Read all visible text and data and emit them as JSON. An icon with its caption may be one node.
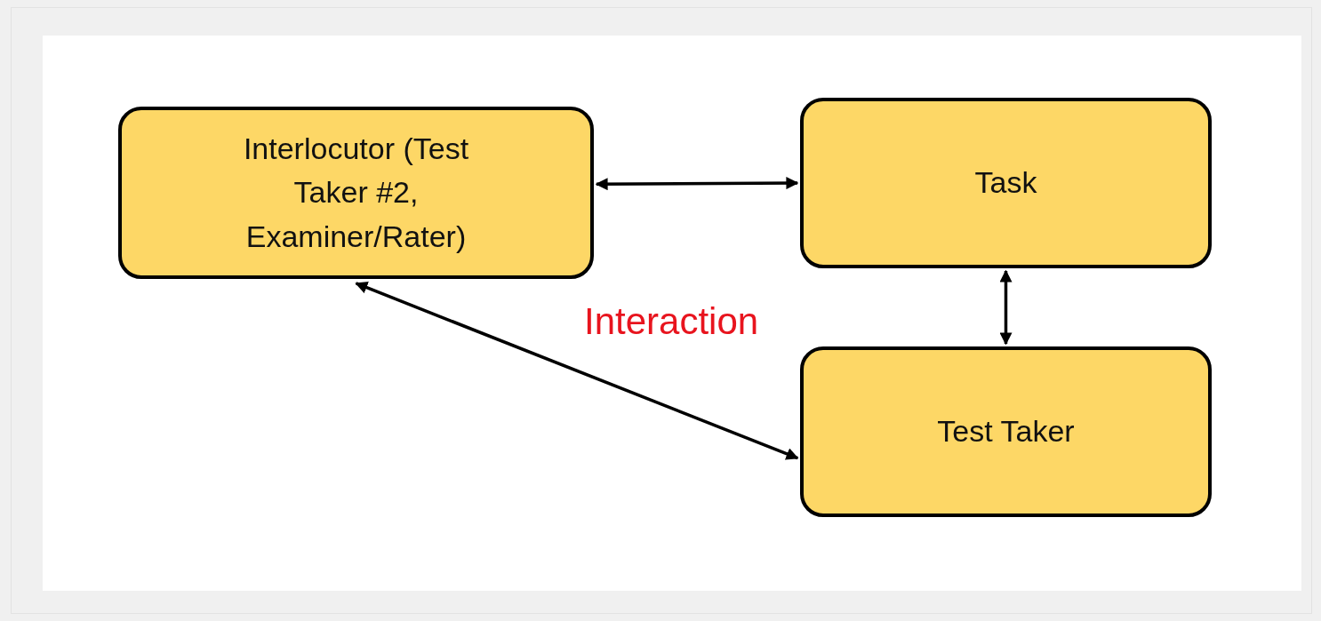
{
  "diagram": {
    "nodes": [
      {
        "text": [
          "Interlocutor (Test Taker #2, Examiner/Rater)"
        ]
      },
      {
        "text": [
          "Task"
        ]
      },
      {
        "text": [
          "Test Taker"
        ]
      }
    ],
    "edges": [
      {
        "from": 0,
        "to": 1,
        "arrow": "both"
      },
      {
        "from": 1,
        "to": 2,
        "arrow": "both"
      },
      {
        "from": 0,
        "to": 2,
        "arrow": "both"
      }
    ],
    "labels": [
      "Interaction"
    ]
  }
}
